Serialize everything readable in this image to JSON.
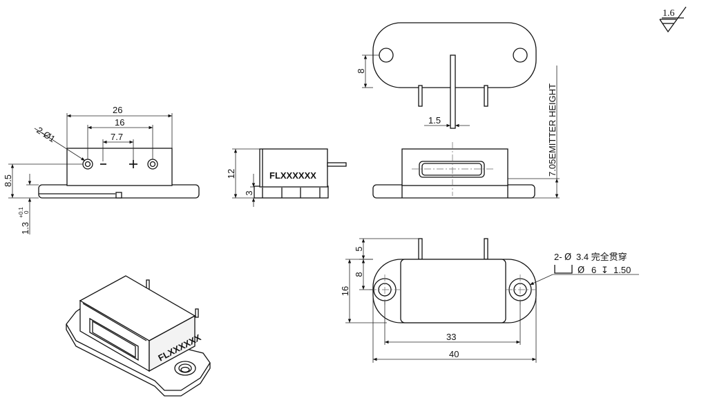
{
  "roughness": {
    "value": "1.6"
  },
  "top_view": {
    "dims": {
      "hole_offset": "8",
      "pin_spacing": "1.5"
    },
    "emitter_height": "7.05EMITTER HEIGHT"
  },
  "left_view": {
    "dims": {
      "width": "26",
      "hole_spacing": "16",
      "pin_spacing": "7.7",
      "hole_height": "8.5",
      "base_thickness": "1.3"
    },
    "hole_callout": "2-Ø1",
    "tolerance": {
      "upper": "+0.1",
      "lower": "0"
    },
    "polarity": {
      "negative": "−",
      "positive": "+"
    }
  },
  "side_view": {
    "dims": {
      "height": "12",
      "base": "3"
    },
    "part_marking": "FLXXXXXX"
  },
  "bottom_view": {
    "dims": {
      "pin_length": "5",
      "hole_offset": "8",
      "height": "16",
      "hole_spacing": "33",
      "length": "40"
    },
    "hole_callout": {
      "line1_prefix": "2-",
      "line1_dia": "Ø",
      "line1_value": "3.4 完全贯穿",
      "line2_cbore": "⌴",
      "line2_dia": "Ø",
      "line2_value": "6",
      "line2_depth": "↧",
      "line2_depth_value": "1.50"
    }
  },
  "iso_view": {
    "part_marking": "FLXXXXXX"
  }
}
